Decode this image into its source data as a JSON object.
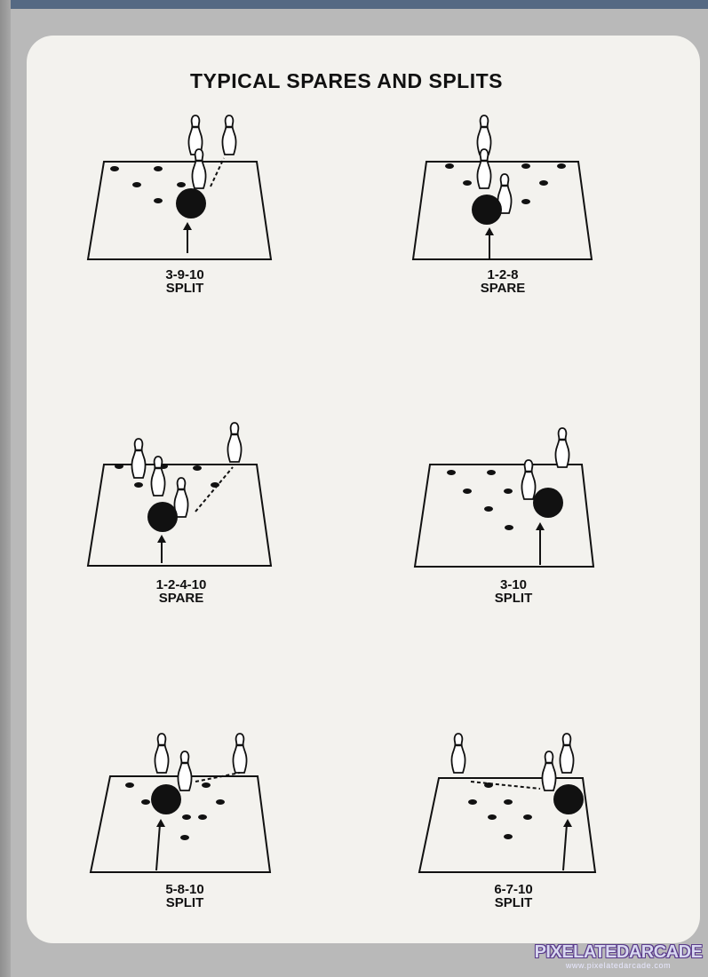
{
  "page": {
    "title": "TYPICAL SPARES AND SPLITS"
  },
  "diagrams": [
    {
      "pins": "3-9-10",
      "label": "SPLIT"
    },
    {
      "pins": "1-2-8",
      "label": "SPARE"
    },
    {
      "pins": "1-2-4-10",
      "label": "SPARE"
    },
    {
      "pins": "3-10",
      "label": "SPLIT"
    },
    {
      "pins": "5-8-10",
      "label": "SPLIT"
    },
    {
      "pins": "6-7-10",
      "label": "SPLIT"
    }
  ],
  "watermark": {
    "name": "PIXELATEDARCADE",
    "url": "www.pixelatedarcade.com"
  }
}
